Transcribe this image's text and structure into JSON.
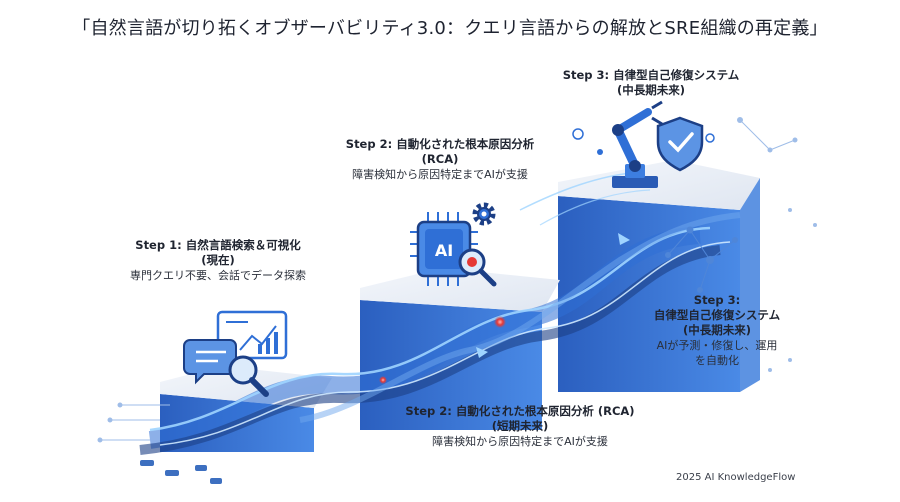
{
  "title": "「自然言語が切り拓くオブザーバビリティ3.0：クエリ言語からの解放とSRE組織の再定義」",
  "step1": {
    "heading": "Step 1: 自然言語検索＆可視化",
    "sub": "(現在)",
    "desc": "専門クエリ不要、会話でデータ探索"
  },
  "step2_top": {
    "heading": "Step 2: 自動化された根本原因分析",
    "sub": "(RCA)",
    "desc": "障害検知から原因特定までAIが支援"
  },
  "step3_top": {
    "heading": "Step 3: 自律型自己修復システム",
    "sub": "(中長期未来)"
  },
  "step3_right": {
    "heading_1": "Step 3:",
    "heading_2": "自律型自己修復システム",
    "sub": "(中長期未来)",
    "desc_1": "AIが予測・修復し、運用",
    "desc_2": "を自動化"
  },
  "step2_bottom": {
    "heading": "Step 2: 自動化された根本原因分析 (RCA)",
    "sub": "(短期未来)",
    "desc": "障害検知から原因特定までAIが支援"
  },
  "icons": {
    "ai_chip_text": "AI"
  },
  "footer": "2025 AI KnowledgeFlow",
  "colors": {
    "accent": "#2f6fd6",
    "dark_blue": "#1c3f86",
    "light_blue": "#6fa8ee",
    "glow": "#9fd4ff",
    "red_dot": "#e53935"
  }
}
